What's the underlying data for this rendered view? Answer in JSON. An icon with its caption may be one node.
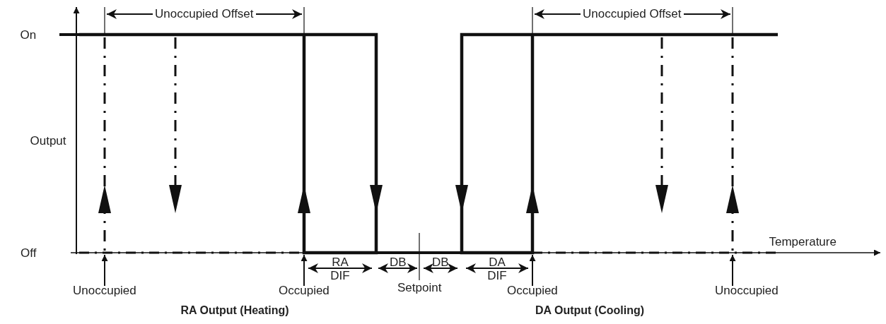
{
  "diagram": {
    "nodes": [
      {
        "text": [
          "Unoccupied"
        ]
      },
      {
        "text": [
          "Occupied"
        ]
      },
      {
        "text": [
          "Occupied"
        ]
      },
      {
        "text": [
          "Unoccupied"
        ]
      }
    ],
    "edges": [
      {
        "from": 0,
        "to": null,
        "arrow": "to"
      },
      {
        "from": 1,
        "to": null,
        "arrow": "to"
      },
      {
        "from": 2,
        "to": null,
        "arrow": "to"
      },
      {
        "from": 3,
        "to": null,
        "arrow": "to"
      }
    ],
    "labels": [
      "Unoccupied Offset",
      "Unoccupied Offset",
      "On",
      "Output",
      "Temperature",
      "Off",
      "RA DIF",
      "DB",
      "DB",
      "DA DIF",
      "Setpoint",
      "RA Output (Heating)",
      "DA Output (Cooling)"
    ]
  }
}
